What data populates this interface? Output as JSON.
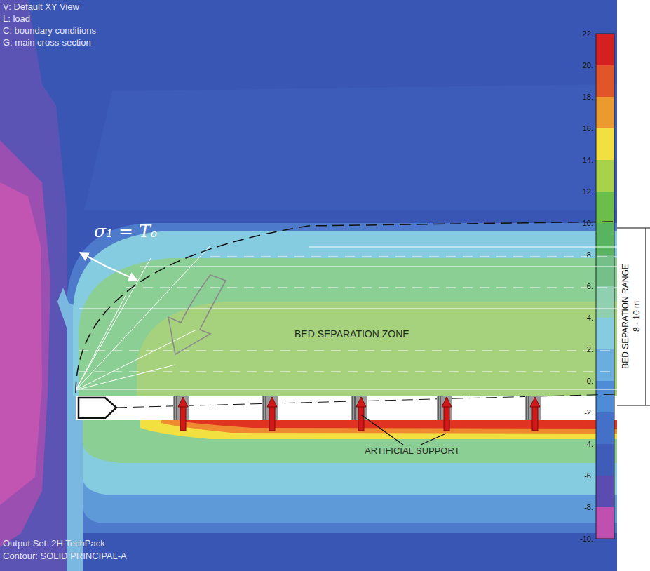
{
  "diagram": {
    "labels": [
      "V: Default XY View",
      "L: load",
      "C: boundary conditions",
      "G: main cross-section",
      "σ₁ = Tₒ",
      "BED SEPARATION ZONE",
      "ARTIFICIAL SUPPORT",
      "BED SEPARATION RANGE",
      "8 - 10 m",
      "22.",
      "20.",
      "18.",
      "16.",
      "14.",
      "12.",
      "10.",
      "8.",
      "6.",
      "4.",
      "2.",
      "0.",
      "-2.",
      "-4.",
      "-6.",
      "-8.",
      "-10.",
      "Output Set: 2H TechPack",
      "Contour: SOLID PRINCIPAL-A"
    ]
  }
}
